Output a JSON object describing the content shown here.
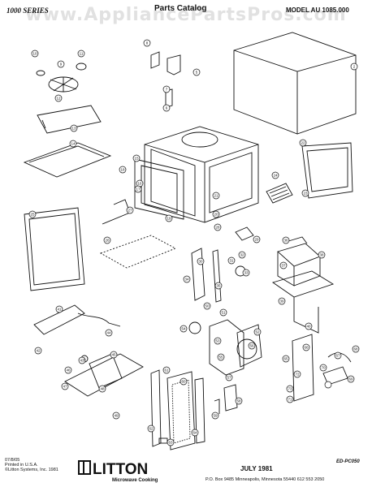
{
  "header": {
    "series": "1000 SERIES",
    "title": "Parts Catalog",
    "model": "MODEL AU 1085.000"
  },
  "watermark": "www.AppliancePartsPros.com",
  "part_numbers": [
    "1",
    "2",
    "5",
    "6",
    "7",
    "8",
    "9",
    "10",
    "11",
    "12",
    "13",
    "14",
    "15",
    "16",
    "17",
    "18",
    "19",
    "20",
    "21",
    "22",
    "23",
    "24",
    "25",
    "26",
    "27",
    "28",
    "29",
    "30",
    "31",
    "32",
    "33",
    "34",
    "35",
    "36",
    "37",
    "38",
    "39",
    "40",
    "41",
    "42",
    "43",
    "44",
    "45",
    "46",
    "47",
    "48",
    "49",
    "50",
    "51",
    "52",
    "53",
    "54",
    "55",
    "56",
    "57",
    "58",
    "59",
    "60",
    "61",
    "62",
    "63",
    "64",
    "65",
    "66",
    "67",
    "68",
    "69",
    "70",
    "71",
    "72",
    "73"
  ],
  "footer": {
    "print_info": [
      "07/8/05",
      "Printed in U.S.A.",
      "©Litton Systems, Inc. 1981"
    ],
    "brand": "LITTON",
    "brand_sub": "Microwave Cooking",
    "date": "JULY 1981",
    "address": "P.O. Box 9485 Minneapolis, Minnesota 55440 612 553 2050",
    "code": "ED-PC050"
  },
  "colors": {
    "ink": "#111111",
    "watermark": "#999999"
  }
}
